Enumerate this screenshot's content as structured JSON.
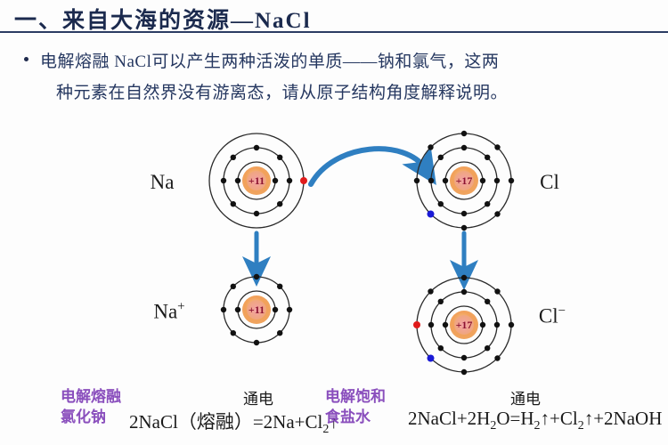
{
  "slide": {
    "title": "一、来自大海的资源—NaCl",
    "accent_color": "#2b3c63",
    "body_color": "#253760",
    "purple_color": "#8a4fbd",
    "arrow_color": "#2f7fc1",
    "nucleus_color": "#f0a04b"
  },
  "body": {
    "bullet": "•",
    "line1": "电解熔融 NaCl可以产生两种活泼的单质——钠和氯气，这两",
    "line2": "种元素在自然界没有游离态，请从原子结构角度解释说明。"
  },
  "diagram": {
    "na_atom": {
      "label": "Na",
      "nucleus": "+11",
      "shells": [
        2,
        8,
        1
      ],
      "transferred_electron_color": "#e01b1b"
    },
    "cl_atom": {
      "label": "Cl",
      "nucleus": "+17",
      "shells": [
        2,
        8,
        7
      ],
      "marked_electron_color": "#1a1ad6"
    },
    "na_ion": {
      "label_base": "Na",
      "label_charge": "+",
      "nucleus": "+11",
      "shells": [
        2,
        8
      ]
    },
    "cl_ion": {
      "label_base": "Cl",
      "label_charge": "−",
      "nucleus": "+17",
      "shells": [
        2,
        8,
        8
      ],
      "transferred_electron_color": "#e01b1b",
      "marked_electron_color": "#1a1ad6"
    }
  },
  "notes": {
    "left_purple_line1": "电解熔融",
    "left_purple_line2": "氯化钠",
    "left_condition": "通电",
    "left_equation_a": "2NaCl（熔融）=2Na+Cl",
    "left_equation_sub": "2",
    "left_equation_b": "↑",
    "right_purple_line1": "电解饱和",
    "right_purple_line2": "食盐水",
    "right_condition": "通电",
    "right_equation_a": "2NaCl+2H",
    "right_equation_sub1": "2",
    "right_equation_b": "O=H",
    "right_equation_sub2": "2",
    "right_equation_c": "↑+Cl",
    "right_equation_sub3": "2",
    "right_equation_d": "↑+2NaOH"
  }
}
